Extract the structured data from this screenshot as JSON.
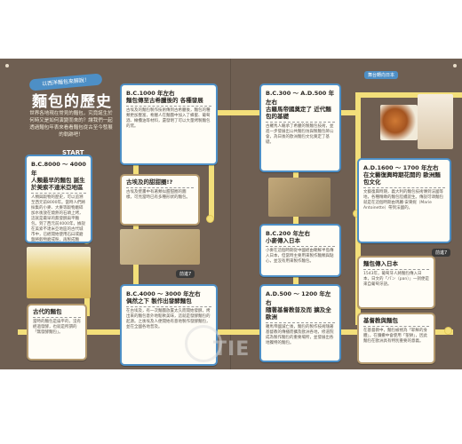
{
  "header": {
    "ribbon": "以西洋麵包來解說！",
    "title": "麵包的歷史",
    "subtitle": "世界各地現在常見的麵包，究竟誕生於何時又是如何演變而來的？讓我們一起透過麵包年表來看看麵包從古至今發展的軌跡吧！",
    "start": "START"
  },
  "cards": {
    "c8000": {
      "date": "B.C.8000 ～ 4000 年",
      "title": "人類最早的麵包 誕生於美索不達米亞地區",
      "body": "人類與穀物的歷史，可以追溯至西元前8000年。當時人們將採集的小麥、大麥等穀物磨碎加水後放在燒熱的石頭上烤，這就是最早的無發酵扁平麵包。到了西元前4000年，據說在美索不達米亞地區的古代城市中，已經開始使用石臼或磨盤將穀物磨成粉，再製成麵包。"
    },
    "ancient": {
      "title": "古代的麵包",
      "body": "當時的麵包是扁平的，沒有經過發酵，也就是所謂的「無發酵麵包」。"
    },
    "c1000": {
      "date": "B.C.1000 年左右",
      "title": "麵包傳至古希臘後的 各種發展",
      "body": "古埃及的麵包製作技術傳到古希臘後，麵包的種類更加豐富，希臘人在麵團中加入了蜂蜜、葡萄酒、橄欖油等材料，還發明了可以大量烤製麵包的窯。"
    },
    "egypt": {
      "title": "古埃及的甜甜圈!?",
      "body": "古埃及壁畫中有著類似甜甜圈的圖樣，可見當時已有多種形狀的麵包。"
    },
    "c4000": {
      "date": "B.C.4000 ～ 3000 年左右",
      "title": "偶然之下 製作出發酵麵包",
      "body": "在古埃及，有一次麵團放置太久而開始發酵，烤出來的麵包意外地鬆軟美味，這就是發酵麵包的起源。之後埃及人便開始有意地製作發酵麵包，並在全國各地普及。"
    },
    "c300": {
      "date": "B.C.300 ～ A.D.500 年左右",
      "title": "古羅馬帝國奠定了 近代麵包的基礎",
      "body": "古羅馬人繼承了希臘的製麵包技術，並進一步發展出公共麵包坊與製麵包師公會，為日後的歐洲麵包文化奠定了基礎。"
    },
    "c200": {
      "date": "B.C.200 年左右",
      "title": "小麥傳入日本",
      "body": "小麥在這個時期從中國經由朝鮮半島傳入日本，但當時主要用來製作麵類與點心，並沒有用來製作麵包。"
    },
    "a500": {
      "date": "A.D.500 ～ 1200 年左右",
      "title": "隨著基督教普及而 擴及全歐洲",
      "body": "羅馬帝國滅亡後，麵包的製作技術隨著基督教的傳播而擴及歐洲各地，修道院成為製作麵包的重要場所，並發展出各地獨特的麵包。"
    },
    "a1600": {
      "date": "A.D.1600 ～ 1700 年左右",
      "title": "在文藝復興時期花開的 歐洲麵包文化",
      "body": "文藝復興時期，義大利的麵包技術傳到法國等地，各種精緻的麵包陸續誕生。傳說可頌麵包就是在這個時期由瑪麗‧安東妮（Marie Antoinette）帶到法國的。"
    },
    "japan": {
      "title": "麵包傳入日本",
      "body": "1543年，葡萄牙人將麵包傳入日本，日文的「パン（pan）」一詞便是來自葡萄牙語。"
    },
    "yeast": {
      "title": "基督教與麵包",
      "body": "在基督教中，麵包被視為「耶穌的身體」，在彌撒中會使用「聖餅」，因此麵包在歐洲具有特別重要的意義。"
    }
  },
  "tags": {
    "egypt_tag": "前進7",
    "japan_tag": "前進7",
    "top_right": "舞台轉向日本"
  },
  "watermark": "TIE"
}
